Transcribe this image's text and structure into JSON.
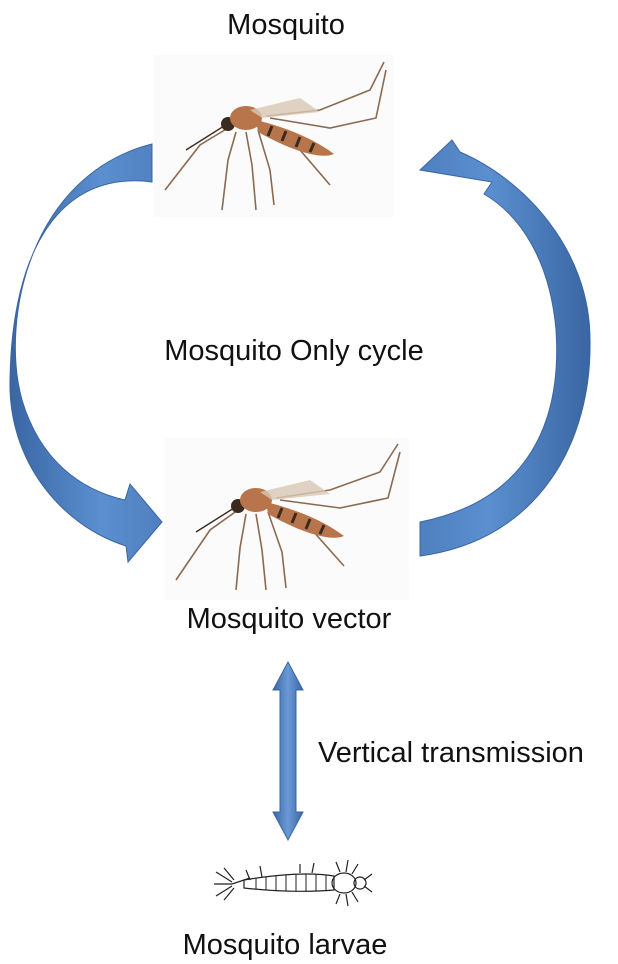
{
  "labels": {
    "top": "Mosquito",
    "cycle": "Mosquito Only cycle",
    "vector": "Mosquito vector",
    "vertical": "Vertical transmission",
    "larvae": "Mosquito larvae"
  },
  "colors": {
    "arrow_fill": "#4f7fbf",
    "arrow_dark": "#3a66a3",
    "text": "#111111",
    "mosquito_body": "#b8744a",
    "mosquito_dark": "#3a2a20"
  }
}
